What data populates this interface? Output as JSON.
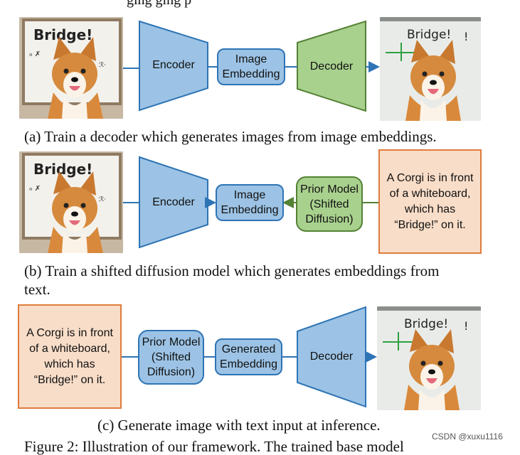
{
  "top_cut_text": "ging                    ging      p",
  "bottom_cut_text": "Figure 2: Illustration of our framework. The trained base model",
  "photo_board_text": "Bridge!",
  "rowA": {
    "encoder": "Encoder",
    "embedding": "Image Embedding",
    "decoder": "Decoder",
    "caption": "(a) Train a decoder which generates images from image embeddings."
  },
  "rowB": {
    "encoder": "Encoder",
    "embedding": "Image Embedding",
    "prior": "Prior Model (Shifted Diffusion)",
    "text": "A Corgi is in front of a whiteboard, which has “Bridge!” on it.",
    "caption_line1": "(b) Train a shifted diffusion model which generates embeddings from",
    "caption_line2": "text."
  },
  "rowC": {
    "text": "A Corgi is in front of a whiteboard, which has “Bridge!” on it.",
    "prior": "Prior Model (Shifted Diffusion)",
    "embedding": "Generated Embedding",
    "decoder": "Decoder",
    "caption": "(c) Generate image with text input at inference."
  },
  "watermark": "CSDN @xuxu1116",
  "colors": {
    "blue_fill": "#9cc3e5",
    "blue_stroke": "#2e74b5",
    "green_fill": "#a9d18e",
    "green_stroke": "#548235",
    "text_fill": "#f8ddc8",
    "text_stroke": "#e07b3c",
    "arrow": "#2e74b5",
    "arrow_green": "#548235"
  }
}
